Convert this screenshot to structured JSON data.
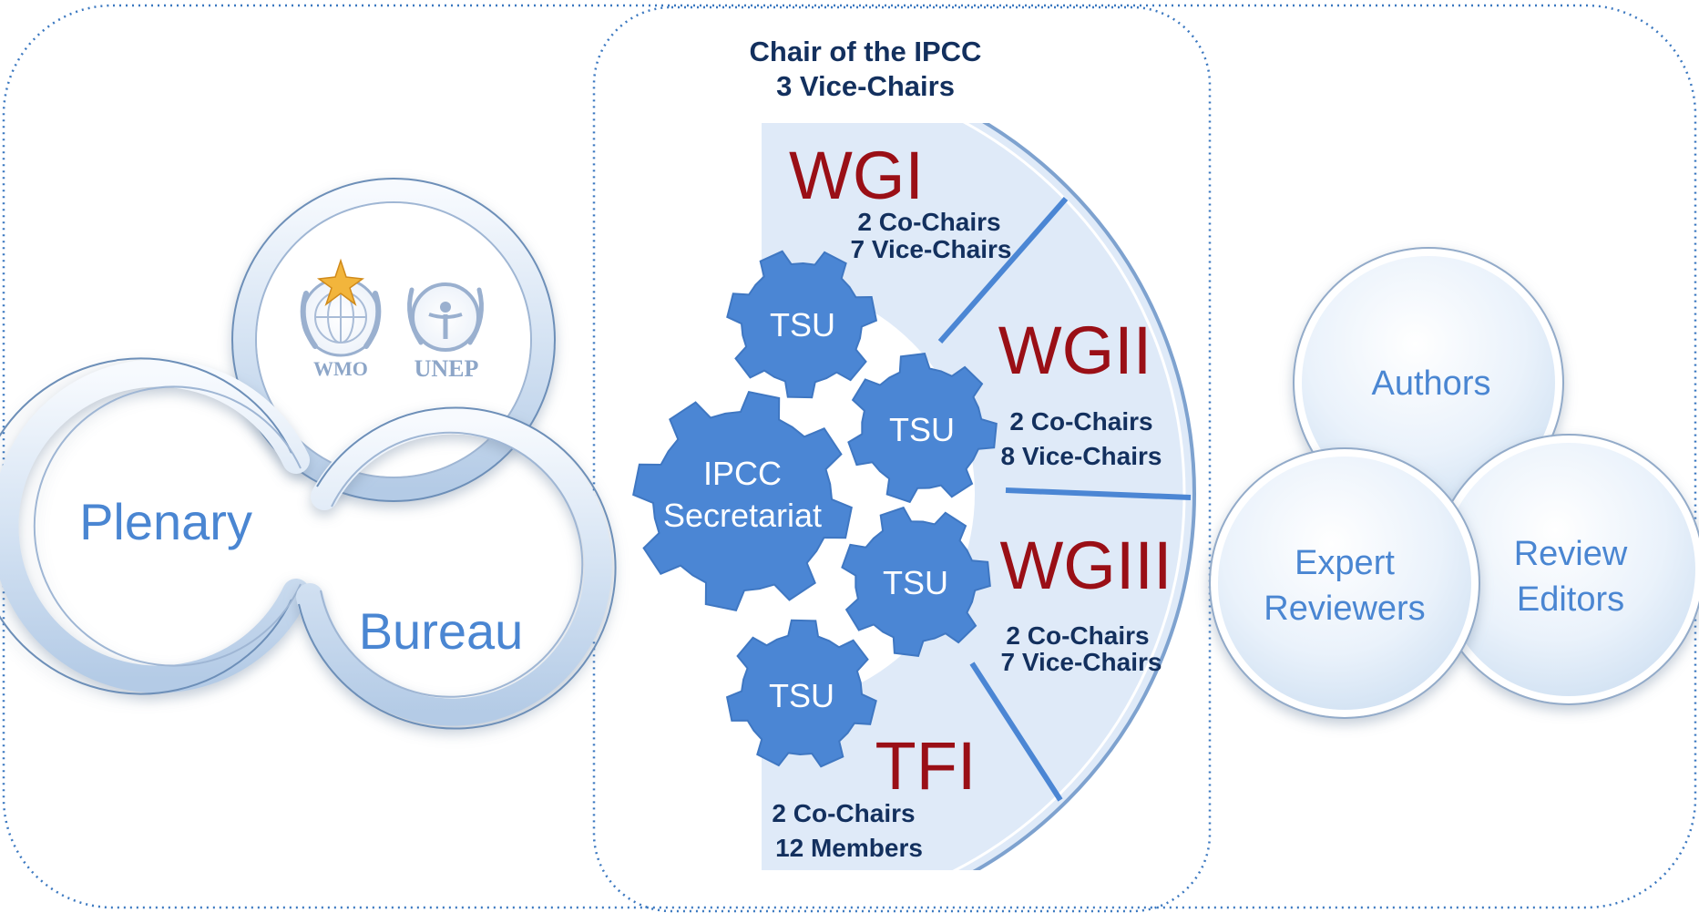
{
  "left_group": {
    "plenary_label": "Plenary",
    "bureau_label": "Bureau",
    "logos": {
      "wmo_label": "WMO",
      "unep_label": "UNEP"
    }
  },
  "center_group": {
    "chair_line_1": "Chair of the IPCC",
    "chair_line_2": "3 Vice-Chairs",
    "secretariat_line_1": "IPCC",
    "secretariat_line_2": "Secretariat",
    "tsu_label": "TSU",
    "wg1": {
      "title": "WGI",
      "line_1": "2 Co-Chairs",
      "line_2": "7 Vice-Chairs"
    },
    "wg2": {
      "title": "WGII",
      "line_1": "2 Co-Chairs",
      "line_2": "8 Vice-Chairs"
    },
    "wg3": {
      "title": "WGIII",
      "line_1": "2 Co-Chairs",
      "line_2": "7 Vice-Chairs"
    },
    "tfi": {
      "title": "TFI",
      "line_1": "2 Co-Chairs",
      "line_2": "12 Members"
    }
  },
  "right_group": {
    "authors_label": "Authors",
    "expert_line_1": "Expert",
    "expert_line_2": "Reviewers",
    "review_line_1": "Review",
    "review_line_2": "Editors"
  },
  "colors": {
    "label_blue": "#4a86d2",
    "navy_text": "#13305e",
    "wg_red": "#9a0f16",
    "gear_blue": "#4b86d4",
    "panel_fill": "#dfeaf8",
    "dotted_border": "#3b78c0"
  }
}
